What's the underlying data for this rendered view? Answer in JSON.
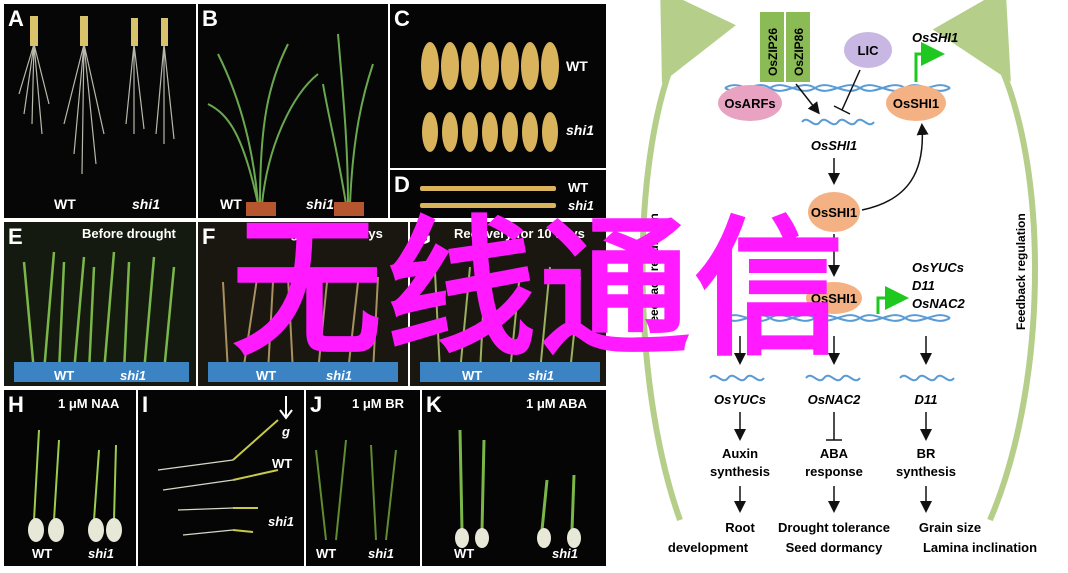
{
  "panels": {
    "A": {
      "letter": "A",
      "left_label": "WT",
      "right_label": "shi1"
    },
    "B": {
      "letter": "B",
      "left_label": "WT",
      "right_label": "shi1"
    },
    "C": {
      "letter": "C",
      "wt_label": "WT",
      "shi1_label": "shi1"
    },
    "D": {
      "letter": "D",
      "wt_label": "WT",
      "shi1_label": "shi1"
    },
    "E": {
      "letter": "E",
      "title": "Before drought",
      "left_label": "WT",
      "right_label": "shi1"
    },
    "F": {
      "letter": "F",
      "title": "Drought for 25 days",
      "left_label": "WT",
      "right_label": "shi1"
    },
    "G": {
      "letter": "G",
      "title": "Recovery for 10 days",
      "left_label": "WT",
      "right_label": "shi1"
    },
    "H": {
      "letter": "H",
      "title": "1 μM NAA",
      "left_label": "WT",
      "right_label": "shi1"
    },
    "I": {
      "letter": "I",
      "g_label": "g",
      "wt_label": "WT",
      "shi1_label": "shi1"
    },
    "J": {
      "letter": "J",
      "title": "1 μM BR",
      "left_label": "WT",
      "right_label": "shi1"
    },
    "K": {
      "letter": "K",
      "title": "1 μM ABA",
      "left_label": "WT",
      "right_label": "shi1"
    }
  },
  "diagram": {
    "oszip26": "OsZIP26",
    "oszip86": "OsZIP86",
    "lic": "LIC",
    "osshi1_gene_top": "OsSHI1",
    "osarfs": "OsARFs",
    "osshi1_protein_right": "OsSHI1",
    "osshi1_mrna": "OsSHI1",
    "osshi1_protein_mid": "OsSHI1",
    "osshi1_protein_bound": "OsSHI1",
    "targets": [
      "OsYUCs",
      "D11",
      "OsNAC2"
    ],
    "mrna": [
      "OsYUCs",
      "OsNAC2",
      "D11"
    ],
    "processes": [
      [
        "Auxin",
        "synthesis"
      ],
      [
        "ABA",
        "response"
      ],
      [
        "BR",
        "synthesis"
      ]
    ],
    "outcomes": [
      [
        "Root",
        "development"
      ],
      [
        "Drought tolerance",
        "Seed dormancy"
      ],
      [
        "Grain size",
        "Lamina inclination"
      ]
    ],
    "left_feedback": "Feedback regulation",
    "right_feedback": "Feedback regulation"
  },
  "watermark": "无线通信",
  "colors": {
    "accent_green": "#1ec81e",
    "protein": "#f4b183",
    "lic": "#c9b7e3",
    "osarfs": "#e7a3c1",
    "dna": "#5b9bd5",
    "watermark": "#ff1aff",
    "feedback": "#b5cf8a"
  }
}
